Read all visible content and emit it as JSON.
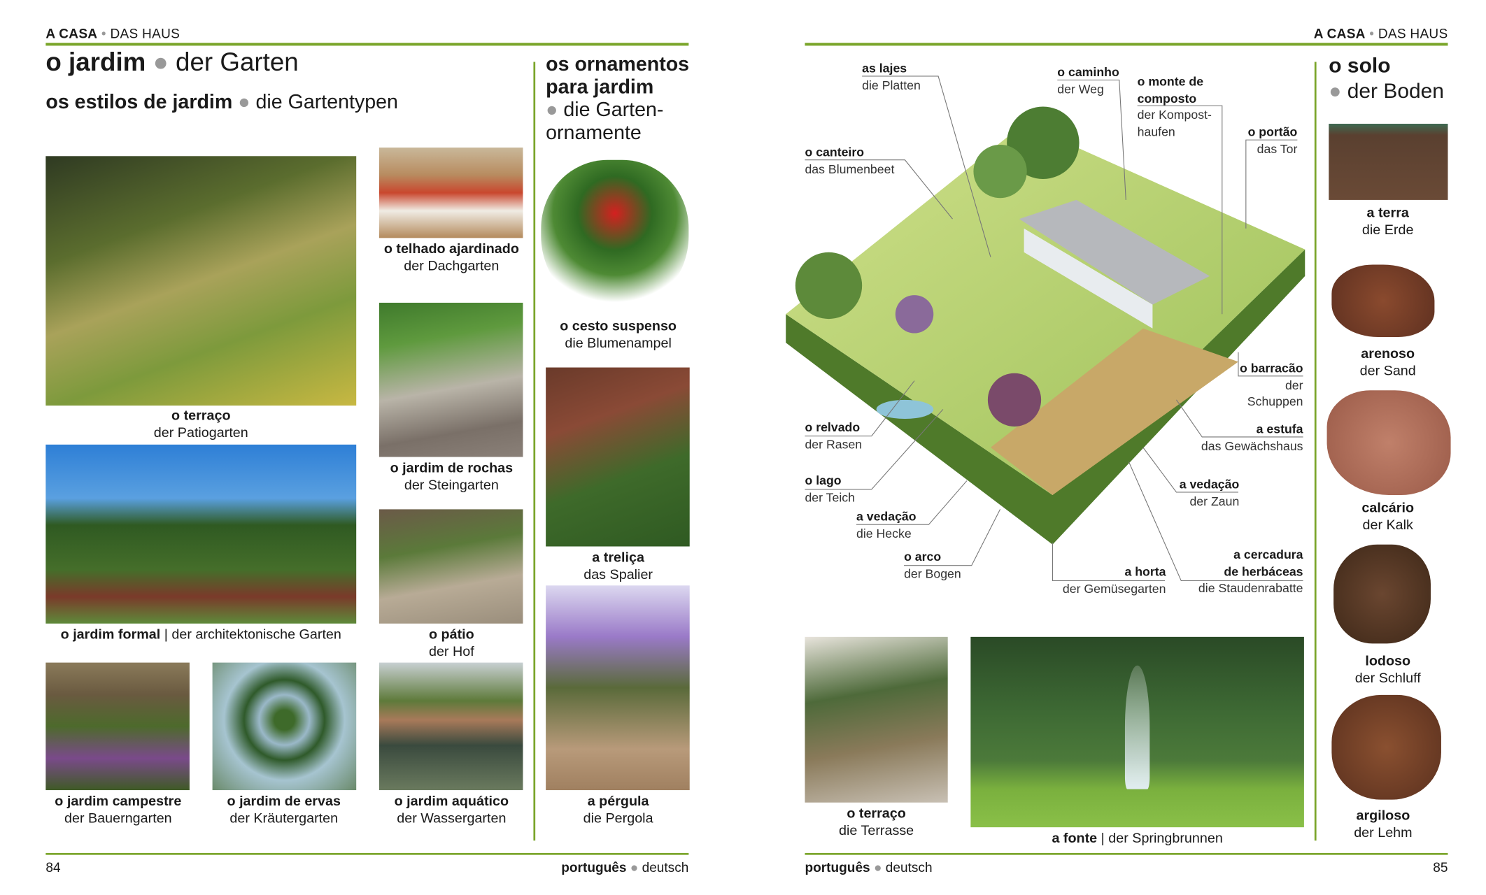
{
  "left_page": {
    "header": {
      "pt": "A CASA",
      "de": "DAS HAUS"
    },
    "title": {
      "pt": "o jardim",
      "de": "der Garten"
    },
    "subtitle": {
      "pt": "os estilos de jardim",
      "de": "die Gartentypen"
    },
    "styles": [
      {
        "pt": "o terraço",
        "de": "der Patiogarten"
      },
      {
        "pt": "o telhado ajardinado",
        "de": "der Dachgarten"
      },
      {
        "pt": "o jardim de rochas",
        "de": "der Steingarten"
      },
      {
        "pt": "o jardim formal",
        "de": "der architektonische Garten"
      },
      {
        "pt": "o pátio",
        "de": "der Hof"
      },
      {
        "pt": "o jardim campestre",
        "de": "der Bauerngarten"
      },
      {
        "pt": "o jardim de ervas",
        "de": "der Kräutergarten"
      },
      {
        "pt": "o jardim aquático",
        "de": "der Wassergarten"
      }
    ],
    "ornaments": {
      "title_lines": [
        "os ornamentos",
        "para jardim",
        "die Garten-",
        "ornamente"
      ],
      "items": [
        {
          "pt": "o cesto suspenso",
          "de": "die Blumenampel"
        },
        {
          "pt": "a treliça",
          "de": "das Spalier"
        },
        {
          "pt": "a pérgula",
          "de": "die Pergola"
        }
      ]
    },
    "footer": {
      "page": "84",
      "pt": "português",
      "de": "deutsch"
    }
  },
  "right_page": {
    "header": {
      "pt": "A CASA",
      "de": "DAS HAUS"
    },
    "diagram_labels": {
      "lajes": {
        "pt": "as lajes",
        "de": "die Platten"
      },
      "caminho": {
        "pt": "o caminho",
        "de": "der Weg"
      },
      "composto": {
        "pt1": "o monte de",
        "pt2": "composto",
        "de1": "der Kompost-",
        "de2": "haufen"
      },
      "portao": {
        "pt": "o portão",
        "de": "das Tor"
      },
      "canteiro": {
        "pt": "o canteiro",
        "de": "das Blumenbeet"
      },
      "barracao": {
        "pt": "o barracão",
        "de1": "der",
        "de2": "Schuppen"
      },
      "relvado": {
        "pt": "o relvado",
        "de": "der Rasen"
      },
      "estufa": {
        "pt": "a estufa",
        "de": "das Gewächshaus"
      },
      "lago": {
        "pt": "o lago",
        "de": "der Teich"
      },
      "vedacao_zaun": {
        "pt": "a vedação",
        "de": "der Zaun"
      },
      "vedacao_hecke": {
        "pt": "a vedação",
        "de": "die Hecke"
      },
      "arco": {
        "pt": "o arco",
        "de": "der Bogen"
      },
      "horta": {
        "pt": "a horta",
        "de": "der Gemüsegarten"
      },
      "cercadura": {
        "pt1": "a cercadura",
        "pt2": "de herbáceas",
        "de": "die Staudenrabatte"
      }
    },
    "photos": [
      {
        "pt": "o terraço",
        "de": "die Terrasse"
      },
      {
        "pt": "a fonte",
        "de": "der Springbrunnen"
      }
    ],
    "soil": {
      "title": {
        "pt": "o solo",
        "de": "der Boden"
      },
      "items": [
        {
          "pt": "a terra",
          "de": "die Erde"
        },
        {
          "pt": "arenoso",
          "de": "der Sand"
        },
        {
          "pt": "calcário",
          "de": "der Kalk"
        },
        {
          "pt": "lodoso",
          "de": "der Schluff"
        },
        {
          "pt": "argiloso",
          "de": "der Lehm"
        }
      ]
    },
    "footer": {
      "page": "85",
      "pt": "português",
      "de": "deutsch"
    }
  },
  "colors": {
    "accent": "#7aa52a",
    "separator_dot": "#999999"
  }
}
